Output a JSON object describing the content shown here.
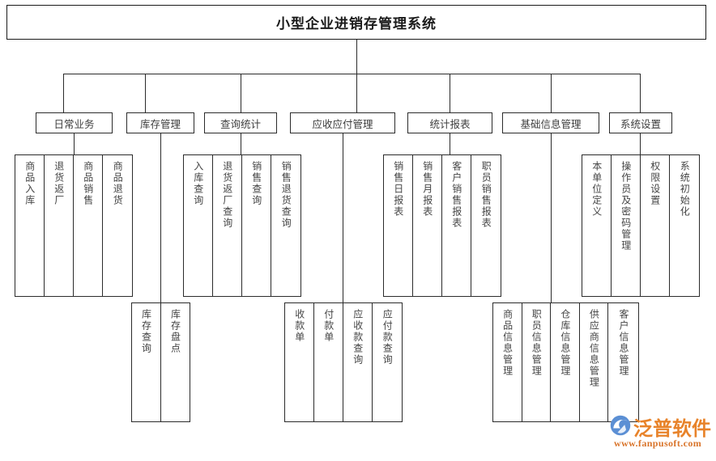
{
  "diagram": {
    "title": "小型企业进销存管理系统",
    "type": "org-chart",
    "orientation": "top-down",
    "levels": 3
  },
  "root": {
    "label": "小型企业进销存管理系统"
  },
  "categories": [
    {
      "id": "daily-business",
      "label": "日常业务"
    },
    {
      "id": "stock-management",
      "label": "库存管理"
    },
    {
      "id": "query-statistics",
      "label": "查询统计"
    },
    {
      "id": "receivable-payable",
      "label": "应收应付管理"
    },
    {
      "id": "statistical-reports",
      "label": "统计报表"
    },
    {
      "id": "basic-info-management",
      "label": "基础信息管理"
    },
    {
      "id": "system-settings",
      "label": "系统设置"
    }
  ],
  "groups": {
    "daily_business_upper": {
      "parent": "日常业务",
      "items": [
        "商品入库",
        "退货返厂",
        "商品销售",
        "商品退货"
      ]
    },
    "query_statistics_upper": {
      "parent": "查询统计",
      "items": [
        "入库查询",
        "退货返厂查询",
        "销售查询",
        "销售退货查询"
      ]
    },
    "statistical_reports_upper": {
      "parent": "统计报表",
      "items": [
        "销售日报表",
        "销售月报表",
        "客户销售报表",
        "职员销售报表"
      ]
    },
    "system_settings_upper": {
      "parent": "系统设置",
      "items": [
        "本单位定义",
        "操作员及密码管理",
        "权限设置",
        "系统初始化"
      ]
    },
    "stock_management_lower": {
      "parent": "库存管理",
      "items": [
        "库存查询",
        "库存盘点"
      ]
    },
    "receivable_payable_lower": {
      "parent": "应收应付管理",
      "items": [
        "收款单",
        "付款单",
        "应收款查询",
        "应付款查询"
      ]
    },
    "basic_info_lower": {
      "parent": "基础信息管理",
      "items": [
        "商品信息管理",
        "职员信息管理",
        "仓库信息管理",
        "供应商信息管理",
        "客户信息管理"
      ]
    }
  },
  "watermark": {
    "brand": "泛普软件",
    "url": "www.fanpusoft.com",
    "brand_color": "#e8832a",
    "url_color": "#d9742a"
  },
  "colors": {
    "line": "#2b2b2b",
    "text": "#3d3d3d",
    "background": "#ffffff"
  }
}
